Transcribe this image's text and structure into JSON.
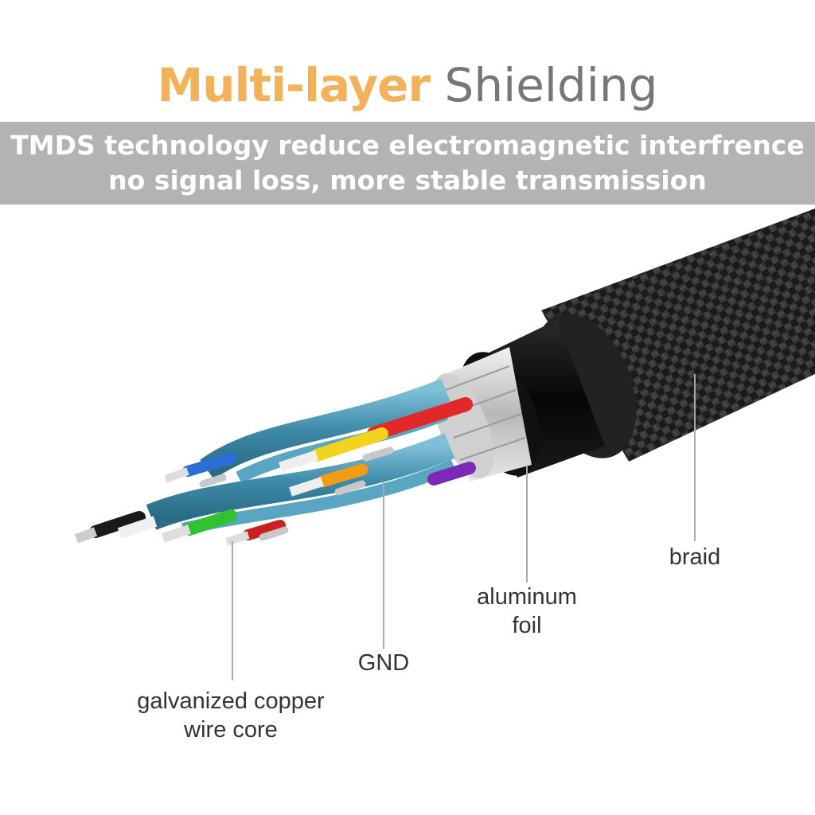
{
  "title": {
    "accent": "Multi-layer",
    "rest": "Shielding"
  },
  "banner": {
    "line1": "TMDS technology reduce electromagnetic interfrence",
    "line2": "no signal loss, more stable transmission"
  },
  "callouts": {
    "braid": "braid",
    "aluminum_foil": [
      "aluminum",
      "foil"
    ],
    "gnd": "GND",
    "core": [
      "galvanized copper",
      "wire core"
    ]
  },
  "colors": {
    "title_accent": "#f3b259",
    "title_text": "#777777",
    "banner_bg": "#b3b3b3",
    "banner_text": "#ffffff",
    "label_text": "#333333"
  }
}
